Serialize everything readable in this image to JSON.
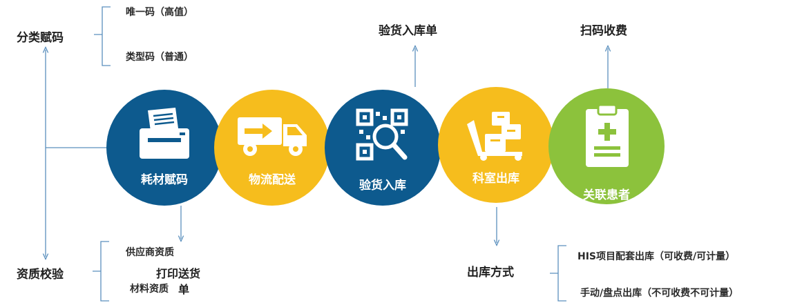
{
  "steps": [
    {
      "label": "耗材赋码",
      "color": "#0d5a8e",
      "icon": "printer-icon"
    },
    {
      "label": "物流配送",
      "color": "#f6bd1d",
      "icon": "truck-icon"
    },
    {
      "label": "验货入库",
      "color": "#0d5a8e",
      "icon": "qr-scan-icon"
    },
    {
      "label": "科室出库",
      "color": "#f6bd1d",
      "icon": "cart-boxes-icon"
    },
    {
      "label": "关联患者",
      "color": "#8cc23c",
      "icon": "clipboard-plus-icon"
    }
  ],
  "classification": {
    "title": "分类赋码",
    "items": [
      "唯一码（高值）",
      "类型码（普通）"
    ]
  },
  "qualification": {
    "title": "资质校验",
    "items": [
      "供应商资质",
      "打印送货",
      "材料资质",
      "单"
    ]
  },
  "inspection_receipt": "验货入库单",
  "scan_charge": "扫码收费",
  "outbound": {
    "title": "出库方式",
    "items": [
      "HIS项目配套出库（可收费/可计量）",
      "手动/盘点出库（不可收费不可计量）"
    ]
  },
  "colors": {
    "line": "#5a8fbd",
    "blue": "#0d5a8e",
    "yellow": "#f6bd1d",
    "green": "#8cc23c"
  }
}
